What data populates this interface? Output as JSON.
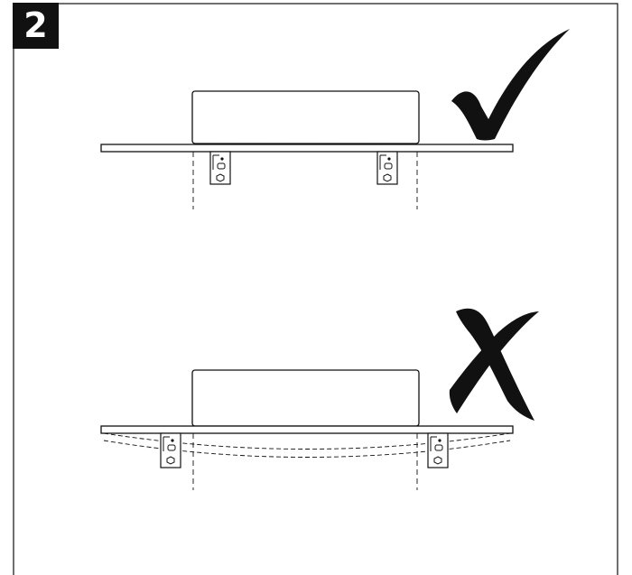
{
  "step": {
    "number": "2"
  },
  "panels": [
    {
      "id": "correct",
      "verdict": "correct",
      "verdict_icon": "checkmark-icon",
      "shelf_state": "level"
    },
    {
      "id": "incorrect",
      "verdict": "incorrect",
      "verdict_icon": "cross-icon",
      "shelf_state": "sagging"
    }
  ],
  "colors": {
    "ink": "#111111",
    "paper": "#ffffff"
  }
}
